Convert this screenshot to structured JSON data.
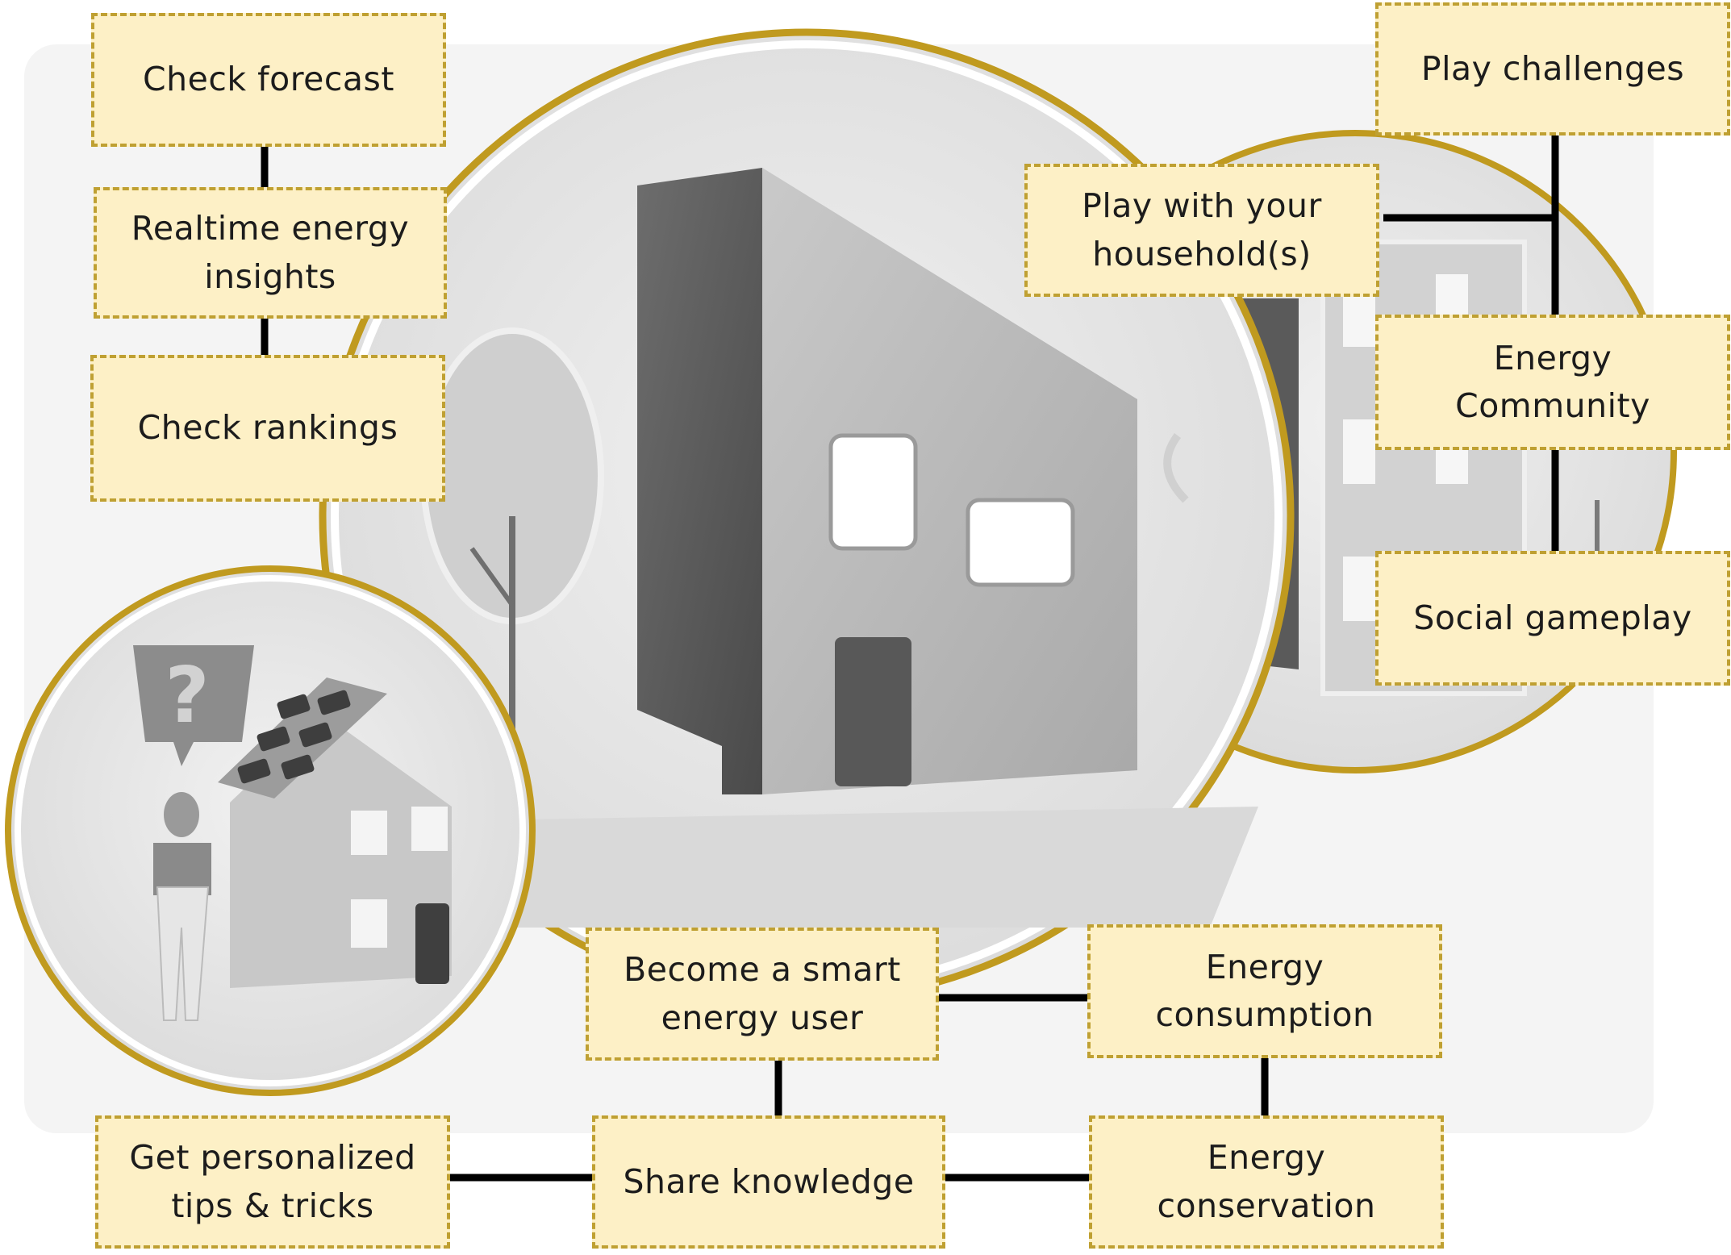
{
  "colors": {
    "circle_ring": "#c09a1f",
    "box_fill": "#fdf0c6",
    "box_border": "#bfa032",
    "connector": "#000000",
    "scene_gray": "#d6d6d6"
  },
  "icons": {
    "main_scene": "house-with-trees-illustration",
    "left_scene": "person-with-solar-house-illustration",
    "right_scene": "neighbourhood-houses-illustration",
    "question_bubble": "question-mark-speech-bubble-icon"
  },
  "boxes": {
    "check_forecast": "Check forecast",
    "realtime_insights": "Realtime energy\ninsights",
    "check_rankings": "Check rankings",
    "play_challenges": "Play challenges",
    "play_household": "Play with your\nhousehold(s)",
    "energy_community": "Energy\nCommunity",
    "social_gameplay": "Social gameplay",
    "smart_user": "Become a smart\nenergy user",
    "energy_consumption": "Energy\nconsumption",
    "personalized_tips": "Get personalized\ntips & tricks",
    "share_knowledge": "Share knowledge",
    "energy_conservation": "Energy\nconservation"
  }
}
